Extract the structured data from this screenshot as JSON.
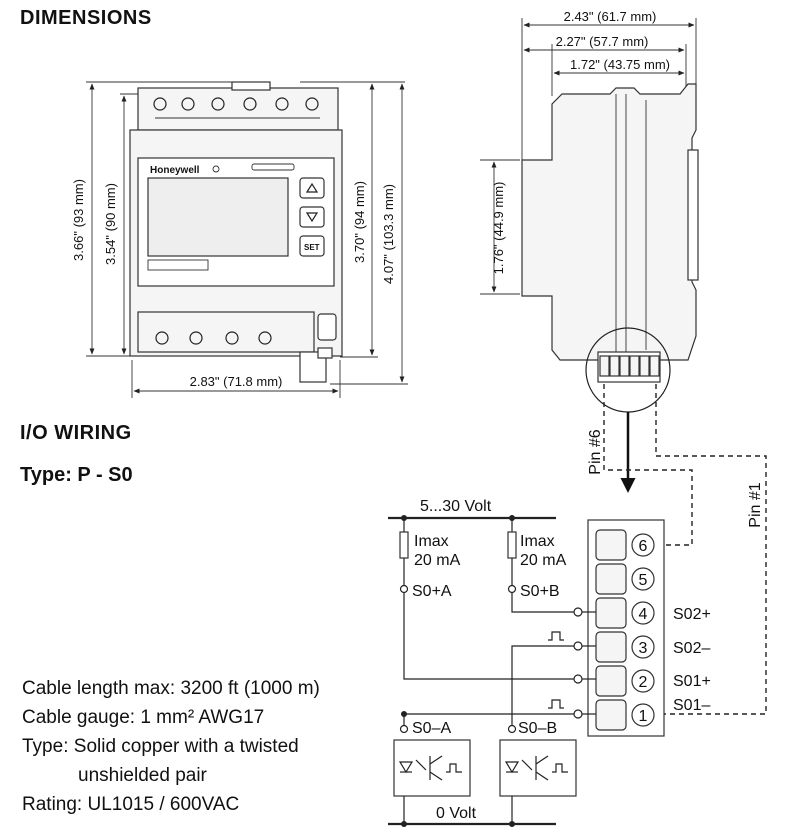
{
  "headings": {
    "dimensions": "DIMENSIONS",
    "io_wiring": "I/O WIRING",
    "type": "Type: P - S0"
  },
  "front_view": {
    "brand": "Honeywell",
    "set_label": "SET",
    "dim_height_outer": "3.66\" (93 mm)",
    "dim_height_inner": "3.54\" (90 mm)",
    "dim_height_right": "3.70\" (94 mm)",
    "dim_height_total": "4.07\" (103.3 mm)",
    "dim_width": "2.83\" (71.8 mm)"
  },
  "side_view": {
    "dim_depth_total": "2.43\" (61.7 mm)",
    "dim_depth_mid": "2.27\" (57.7 mm)",
    "dim_depth_small": "1.72\" (43.75 mm)",
    "dim_height": "1.76\" (44.9 mm)"
  },
  "wiring": {
    "pin6_label": "Pin #6",
    "pin1_label": "Pin #1",
    "supply": "5...30 Volt",
    "imax_a_line1": "Imax",
    "imax_a_line2": "20 mA",
    "imax_b_line1": "Imax",
    "imax_b_line2": "20 mA",
    "s0_plus_a": "S0+A",
    "s0_plus_b": "S0+B",
    "s0_minus_a": "S0–A",
    "s0_minus_b": "S0–B",
    "zero_volt": "0 Volt",
    "terminals": [
      "6",
      "5",
      "4",
      "3",
      "2",
      "1"
    ],
    "terminal_labels": {
      "t4": "S02+",
      "t3": "S02–",
      "t2": "S01+",
      "t1": "S01–"
    }
  },
  "notes": {
    "cable_length_label": "Cable length max:",
    "cable_length_value": "3200 ft (1000 m)",
    "cable_gauge_label": "Cable gauge:",
    "cable_gauge_value": "1 mm² AWG17",
    "type_label": "Type:",
    "type_value_line1": "Solid copper with a twisted",
    "type_value_line2": "unshielded pair",
    "rating_label": "Rating:",
    "rating_value": "UL1015 / 600VAC"
  }
}
